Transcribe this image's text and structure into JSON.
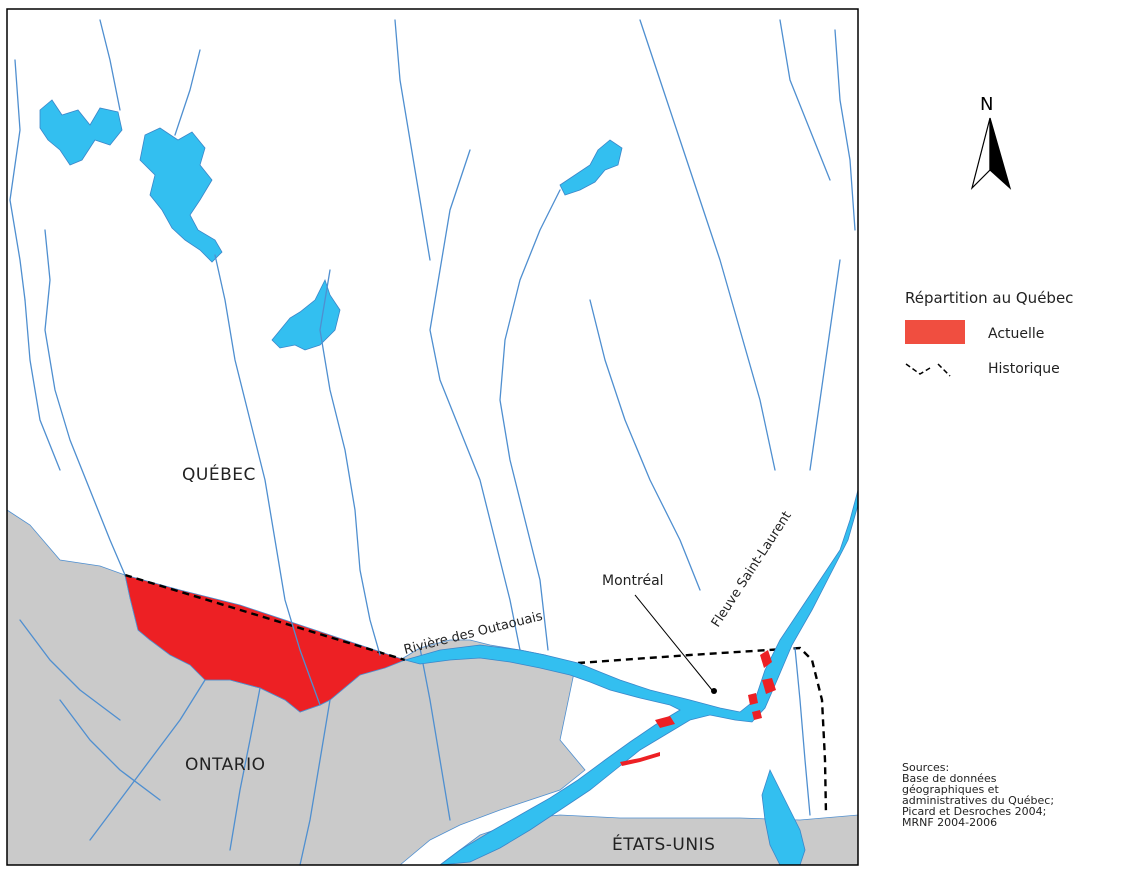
{
  "map": {
    "regions": {
      "quebec": "QUÉBEC",
      "ontario": "ONTARIO",
      "usa": "ÉTATS-UNIS"
    },
    "rivers": {
      "outaouais": "Rivière des Outaouais",
      "saint_laurent": "Fleuve Saint-Laurent"
    },
    "city": "Montréal",
    "colors": {
      "water": "#33bff0",
      "river_line": "#4f8fd0",
      "outside_land": "#cacaca",
      "current_range": "#ed1c24"
    }
  },
  "north_arrow": {
    "label": "N"
  },
  "legend": {
    "title": "Répartition au Québec",
    "items": [
      {
        "label": "Actuelle",
        "color": "#f04e40"
      },
      {
        "label": "Historique"
      }
    ]
  },
  "sources": {
    "lines": [
      "Sources:",
      "Base de données",
      "géographiques et",
      "administratives du Québec;",
      "Picard et Desroches 2004;",
      "MRNF 2004-2006"
    ]
  }
}
